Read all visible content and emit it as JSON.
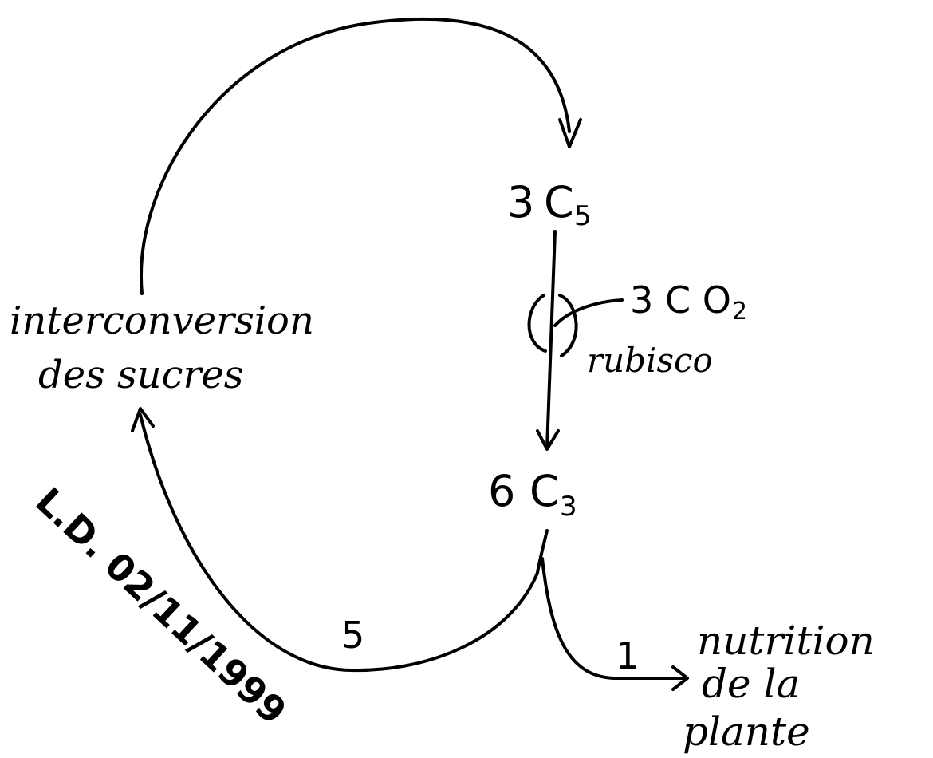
{
  "nodes": {
    "c5": {
      "coef": "3",
      "letter": "C",
      "sub": "5"
    },
    "c3": {
      "coef": "6",
      "letter": "C",
      "sub": "3"
    },
    "co2": {
      "coef": "3",
      "formula": "C O",
      "sub": "2"
    },
    "enzyme": "rubisco",
    "sugars_line1": "interconversion",
    "sugars_line2": "des sucres",
    "nutrition_line1": "nutrition",
    "nutrition_line2": "de la",
    "nutrition_line3": "plante"
  },
  "edges": {
    "to_sugars_count": "5",
    "to_nutrition_count": "1"
  },
  "signature": "L.D. 02/11/1999",
  "colors": {
    "ink": "#000000",
    "background": "#ffffff"
  }
}
